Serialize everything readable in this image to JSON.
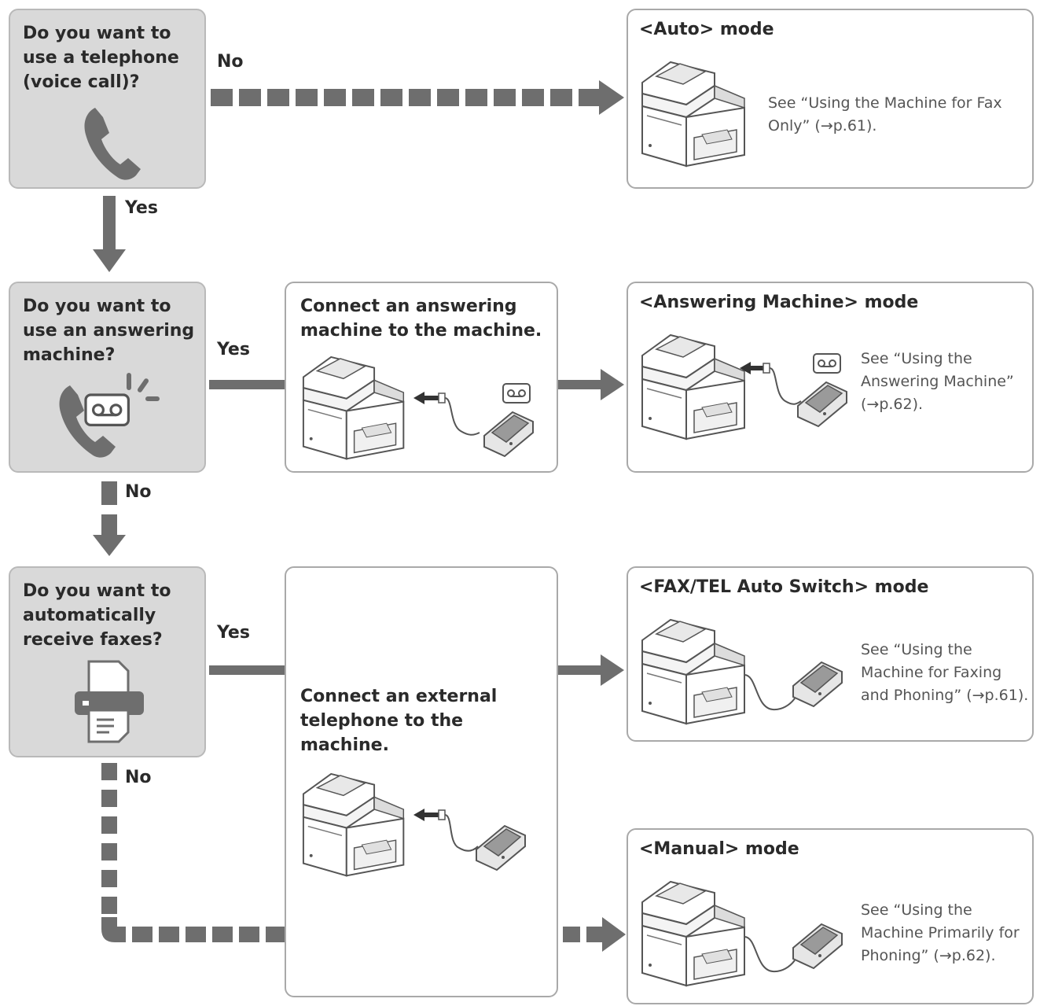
{
  "questions": {
    "q1": "Do you want to use a telephone (voice call)?",
    "q2": "Do you want to use an answering machine?",
    "q3": "Do you want to automatically receive faxes?"
  },
  "labels": {
    "q1_no": "No",
    "q1_yes": "Yes",
    "q2_yes": "Yes",
    "q2_no": "No",
    "q3_yes": "Yes",
    "q3_no": "No"
  },
  "connect": {
    "answering": "Connect an answering machine to the machine.",
    "external": "Connect an external telephone to the machine."
  },
  "modes": {
    "auto": {
      "title": "<Auto> mode",
      "desc": "See “Using the Machine for Fax Only” (→p.61)."
    },
    "answering": {
      "title": "<Answering Machine> mode",
      "desc": "See “Using the Answering Machine” (→p.62)."
    },
    "faxtel": {
      "title": "<FAX/TEL Auto Switch> mode",
      "desc": "See “Using the Machine for Faxing and Phoning” (→p.61)."
    },
    "manual": {
      "title": "<Manual> mode",
      "desc": "See “Using the Machine Primarily for Phoning” (→p.62)."
    }
  },
  "colors": {
    "arrow": "#6e6e6e",
    "question_bg": "#d9d9d9",
    "border": "#a9a9a9"
  }
}
